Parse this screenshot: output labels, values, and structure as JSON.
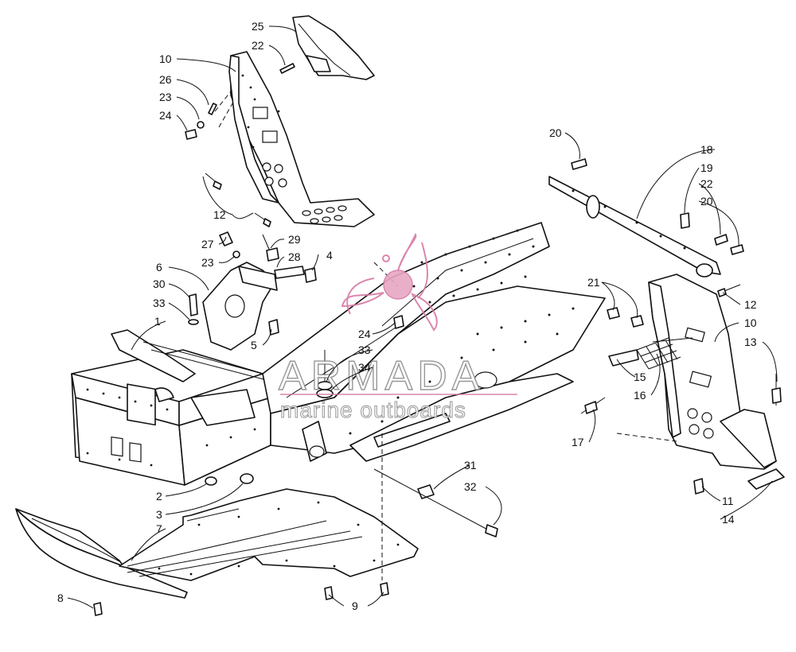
{
  "diagram": {
    "callouts": [
      {
        "id": "c25",
        "label": "25"
      },
      {
        "id": "c22a",
        "label": "22"
      },
      {
        "id": "c10a",
        "label": "10"
      },
      {
        "id": "c26",
        "label": "26"
      },
      {
        "id": "c23a",
        "label": "23"
      },
      {
        "id": "c24a",
        "label": "24"
      },
      {
        "id": "c12a",
        "label": "12"
      },
      {
        "id": "c27",
        "label": "27"
      },
      {
        "id": "c23b",
        "label": "23"
      },
      {
        "id": "c29",
        "label": "29"
      },
      {
        "id": "c28",
        "label": "28"
      },
      {
        "id": "c4",
        "label": "4"
      },
      {
        "id": "c6",
        "label": "6"
      },
      {
        "id": "c30",
        "label": "30"
      },
      {
        "id": "c33a",
        "label": "33"
      },
      {
        "id": "c1",
        "label": "1"
      },
      {
        "id": "c5",
        "label": "5"
      },
      {
        "id": "c24b",
        "label": "24"
      },
      {
        "id": "c33b",
        "label": "33"
      },
      {
        "id": "c34",
        "label": "34"
      },
      {
        "id": "c20a",
        "label": "20"
      },
      {
        "id": "c18",
        "label": "18"
      },
      {
        "id": "c19",
        "label": "19"
      },
      {
        "id": "c22b",
        "label": "22"
      },
      {
        "id": "c20b",
        "label": "20"
      },
      {
        "id": "c21",
        "label": "21"
      },
      {
        "id": "c12b",
        "label": "12"
      },
      {
        "id": "c10b",
        "label": "10"
      },
      {
        "id": "c13",
        "label": "13"
      },
      {
        "id": "c15",
        "label": "15"
      },
      {
        "id": "c16",
        "label": "16"
      },
      {
        "id": "c17",
        "label": "17"
      },
      {
        "id": "c2",
        "label": "2"
      },
      {
        "id": "c3",
        "label": "3"
      },
      {
        "id": "c7",
        "label": "7"
      },
      {
        "id": "c31",
        "label": "31"
      },
      {
        "id": "c32",
        "label": "32"
      },
      {
        "id": "c11",
        "label": "11"
      },
      {
        "id": "c14",
        "label": "14"
      },
      {
        "id": "c8",
        "label": "8"
      },
      {
        "id": "c9",
        "label": "9"
      }
    ]
  },
  "watermark": {
    "brand": "ARMADA",
    "tagline": "marine outboards",
    "logo_color": "#d77aa5",
    "text_outline_color": "#8c8c8c"
  }
}
